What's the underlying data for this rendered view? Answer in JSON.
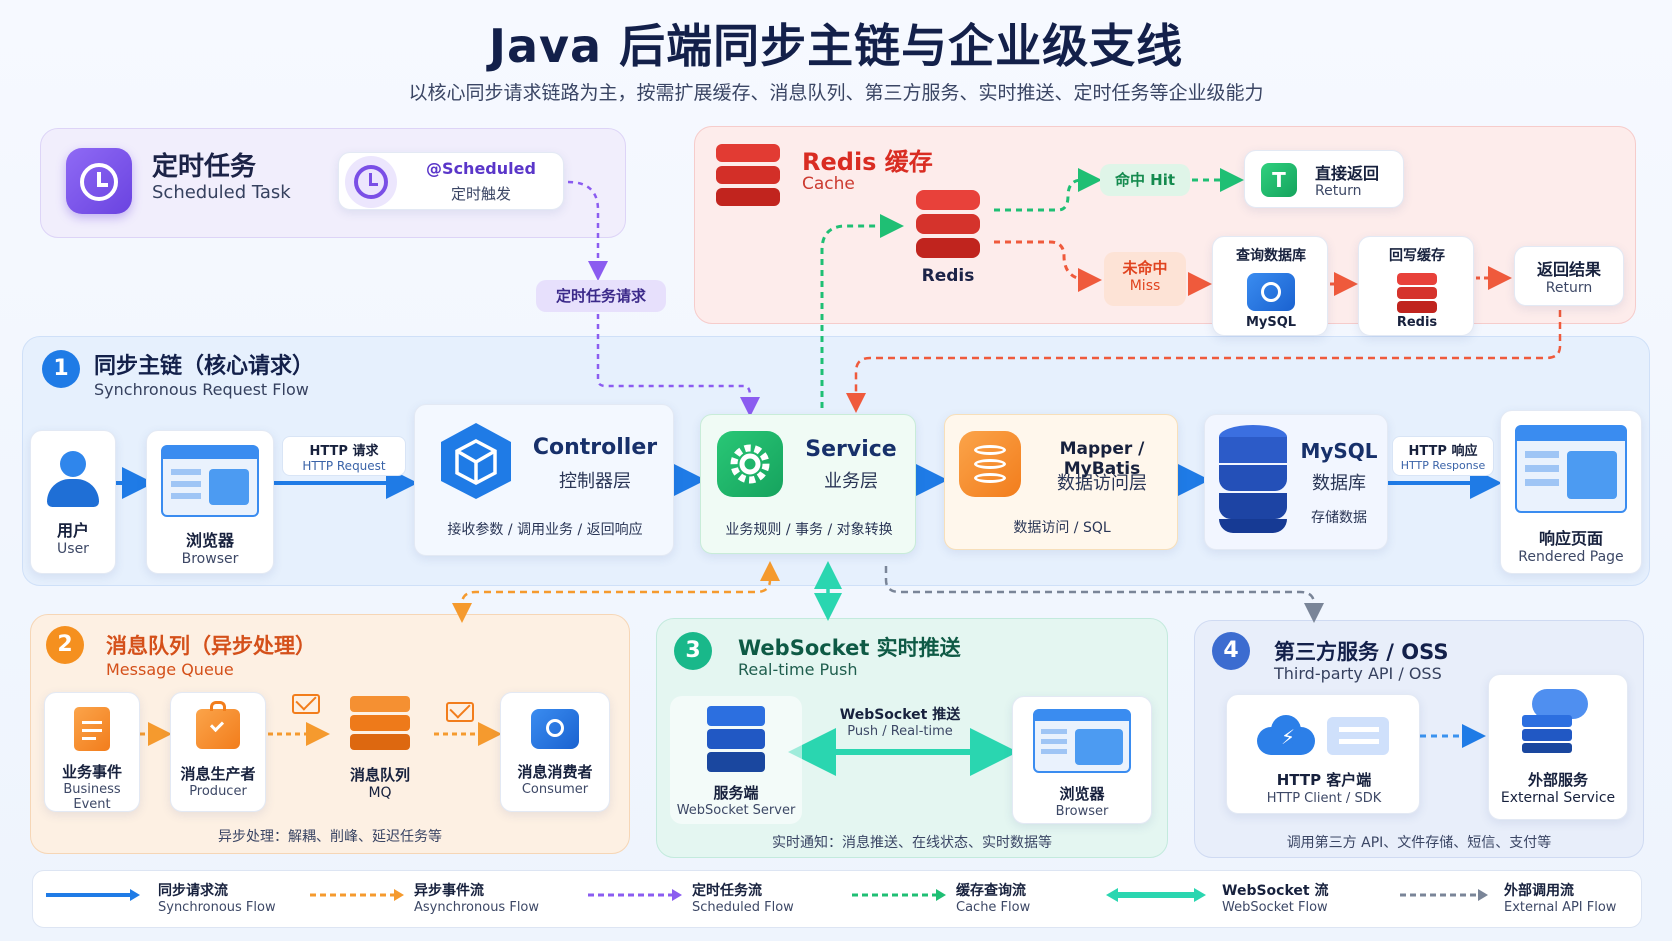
{
  "header": {
    "title": "Java 后端同步主链与企业级支线",
    "subtitle": "以核心同步请求链路为主，按需扩展缓存、消息队列、第三方服务、实时推送、定时任务等企业级能力"
  },
  "scheduled": {
    "title_zh": "定时任务",
    "title_en": "Scheduled Task",
    "annotation": "@Scheduled",
    "trigger": "定时触发",
    "request": "定时任务请求"
  },
  "redis": {
    "title": "Redis 缓存",
    "subtitle": "Cache",
    "node": "Redis",
    "hit": "命中 Hit",
    "direct_return_zh": "直接返回",
    "direct_return_en": "Return",
    "miss_zh": "未命中",
    "miss_en": "Miss",
    "query_db": "查询数据库",
    "query_db_node": "MySQL",
    "write_back": "回写缓存",
    "write_back_node": "Redis",
    "result_zh": "返回结果",
    "result_en": "Return"
  },
  "main": {
    "num": "1",
    "title_zh": "同步主链（核心请求）",
    "title_en": "Synchronous Request Flow",
    "user_zh": "用户",
    "user_en": "User",
    "browser_zh": "浏览器",
    "browser_en": "Browser",
    "http_req_zh": "HTTP 请求",
    "http_req_en": "HTTP Request",
    "controller_en": "Controller",
    "controller_zh": "控制器层",
    "controller_desc": "接收参数 / 调用业务 / 返回响应",
    "service_en": "Service",
    "service_zh": "业务层",
    "service_desc": "业务规则 / 事务 / 对象转换",
    "mapper_en": "Mapper / MyBatis",
    "mapper_zh": "数据访问层",
    "mapper_desc": "数据访问 / SQL",
    "mysql_en": "MySQL",
    "mysql_zh": "数据库",
    "mysql_desc": "存储数据",
    "http_resp_zh": "HTTP 响应",
    "http_resp_en": "HTTP Response",
    "page_zh": "响应页面",
    "page_en": "Rendered Page"
  },
  "mq": {
    "num": "2",
    "title_zh": "消息队列（异步处理）",
    "title_en": "Message Queue",
    "event_zh": "业务事件",
    "event_en": "Business Event",
    "producer_zh": "消息生产者",
    "producer_en": "Producer",
    "queue_zh": "消息队列",
    "queue_en": "MQ",
    "consumer_zh": "消息消费者",
    "consumer_en": "Consumer",
    "footer": "异步处理：解耦、削峰、延迟任务等"
  },
  "ws": {
    "num": "3",
    "title_zh": "WebSocket 实时推送",
    "title_en": "Real-time Push",
    "server_zh": "服务端",
    "server_en": "WebSocket Server",
    "push_zh": "WebSocket 推送",
    "push_en": "Push / Real-time",
    "browser_zh": "浏览器",
    "browser_en": "Browser",
    "footer": "实时通知：消息推送、在线状态、实时数据等"
  },
  "third": {
    "num": "4",
    "title_zh": "第三方服务 / OSS",
    "title_en": "Third-party API / OSS",
    "client_zh": "HTTP 客户端",
    "client_en": "HTTP Client / SDK",
    "external_zh": "外部服务",
    "external_en": "External Service",
    "footer": "调用第三方 API、文件存储、短信、支付等"
  },
  "legend": [
    {
      "zh": "同步请求流",
      "en": "Synchronous Flow",
      "color": "#1f7be6"
    },
    {
      "zh": "异步事件流",
      "en": "Asynchronous Flow",
      "color": "#f59a2e"
    },
    {
      "zh": "定时任务流",
      "en": "Scheduled Flow",
      "color": "#8b5cf0"
    },
    {
      "zh": "缓存查询流",
      "en": "Cache Flow",
      "color": "#1fbf74"
    },
    {
      "zh": "WebSocket 流",
      "en": "WebSocket Flow",
      "color": "#2ad6b0"
    },
    {
      "zh": "外部调用流",
      "en": "External API Flow",
      "color": "#7a8598"
    }
  ],
  "colors": {
    "sync": "#1f7be6",
    "async": "#f59a2e",
    "scheduled": "#8b5cf0",
    "cache": "#1fbf74",
    "cache_miss": "#ef5a3c",
    "websocket": "#2ad6b0",
    "external": "#7a8598"
  }
}
